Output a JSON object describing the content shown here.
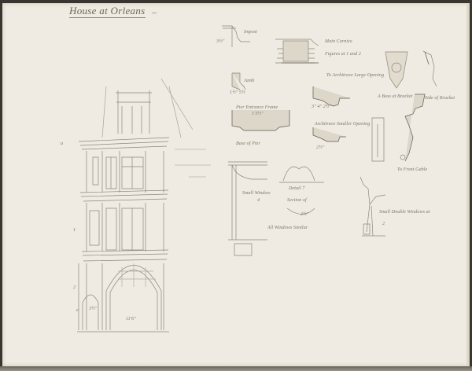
{
  "title": "House at Orleans",
  "annotations": {
    "impost": "Impost",
    "dim_impost": "3½\"",
    "main_cornice": "Main Cornice",
    "main_cornice_2": "Figures at 1 and 2",
    "jamb": "Jamb",
    "dim_jamb": "1½\" 5½",
    "entrance_frame": "Pier Entrance Frame",
    "dim_entrance": "1'3½\"",
    "base_of_pier": "Base of Pier",
    "architrave_large": "To Architrave Large Opening",
    "dim_arch_large": "3\" 4\" 2½\"",
    "architrave_small": "Architrave Smaller Opening",
    "dim_arch_small": "2½\"",
    "boss_bracket": "A Boss at Bracket",
    "bracket_side": "Side of Bracket",
    "front_gable": "To Front Gable",
    "small_window": "Small Window",
    "small_window_num": "4",
    "detail_7": "Detail 7",
    "section_7": "Section of",
    "dim_section": "2½\"",
    "all_windows": "All Windows Similar",
    "small_double_windows": "Small Double Windows at",
    "small_double_num": "2",
    "dim_arch_width": "11'6\"",
    "dim_pier": "3½\"",
    "label_a": "a",
    "label_1": "1",
    "label_2": "2",
    "label_e": "e"
  },
  "colors": {
    "paper": "#efebe2",
    "pencil": "#7b7468",
    "frame": "#3a3530"
  }
}
